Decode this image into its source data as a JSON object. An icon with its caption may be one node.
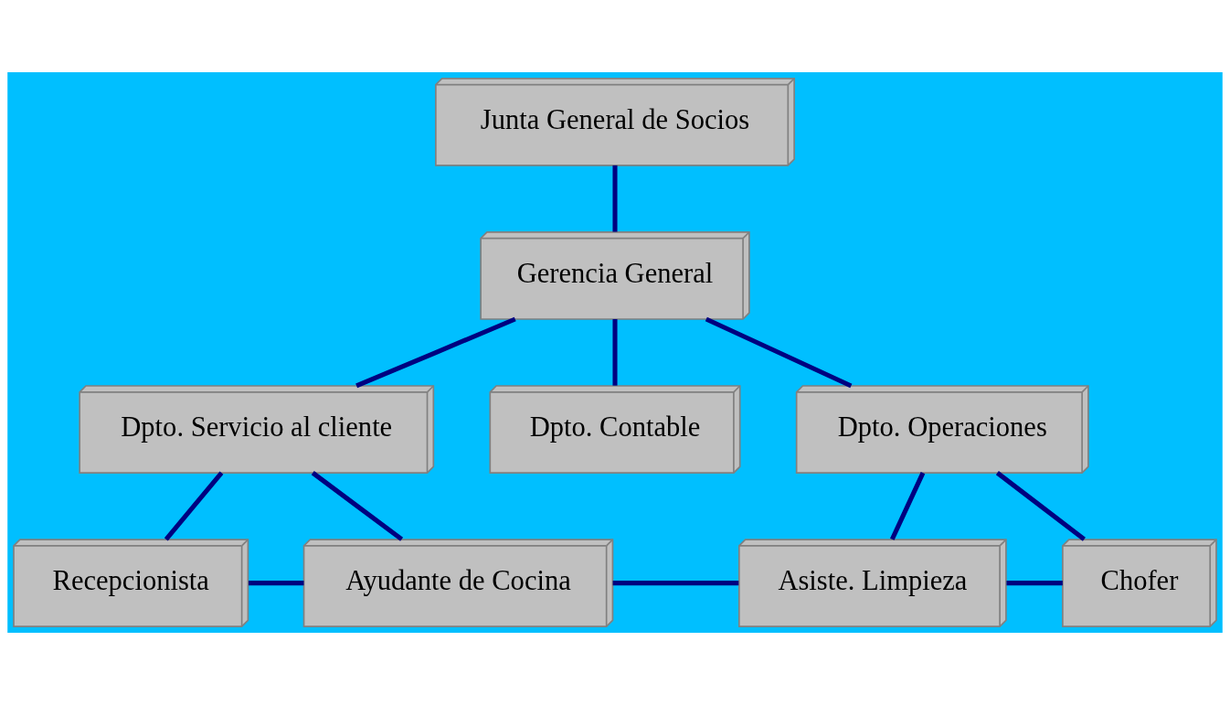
{
  "diagram": {
    "nodes": [
      {
        "text": [
          "Junta General de Socios"
        ]
      },
      {
        "text": [
          "Gerencia General"
        ]
      },
      {
        "text": [
          "Dpto. Servicio al cliente"
        ]
      },
      {
        "text": [
          "Dpto. Contable"
        ]
      },
      {
        "text": [
          "Dpto. Operaciones"
        ]
      },
      {
        "text": [
          "Recepcionista"
        ]
      },
      {
        "text": [
          "Ayudante de Cocina"
        ]
      },
      {
        "text": [
          "Asiste. Limpieza"
        ]
      },
      {
        "text": [
          "Chofer"
        ]
      }
    ],
    "edges": [
      {
        "from": 0,
        "to": 1,
        "arrow": "none"
      },
      {
        "from": 1,
        "to": 2,
        "arrow": "none"
      },
      {
        "from": 1,
        "to": 3,
        "arrow": "none"
      },
      {
        "from": 1,
        "to": 4,
        "arrow": "none"
      },
      {
        "from": 2,
        "to": 5,
        "arrow": "none"
      },
      {
        "from": 2,
        "to": 6,
        "arrow": "none"
      },
      {
        "from": 4,
        "to": 7,
        "arrow": "none"
      },
      {
        "from": 4,
        "to": 8,
        "arrow": "none"
      },
      {
        "from": 5,
        "to": 6,
        "arrow": "none"
      },
      {
        "from": 6,
        "to": 7,
        "arrow": "none"
      },
      {
        "from": 7,
        "to": 8,
        "arrow": "none"
      }
    ]
  }
}
